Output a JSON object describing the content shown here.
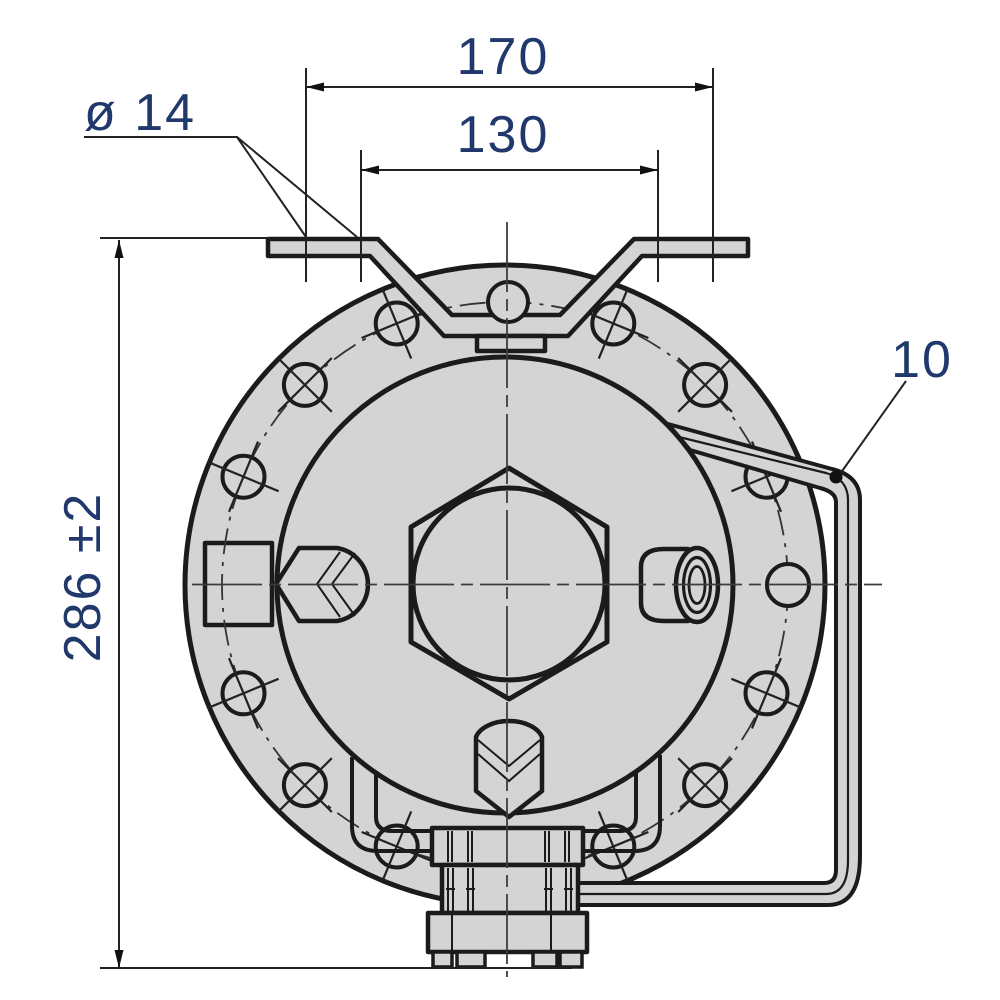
{
  "drawing": {
    "dimensions": {
      "overall_width": "170",
      "inner_width": "130",
      "hole_diameter": "ø 14",
      "overall_height": "286 ±2",
      "handle_item": "10"
    },
    "colors": {
      "background": "#ffffff",
      "line": "#1b1b1b",
      "body_fill": "#d4d4d4",
      "dimension_text": "#20386b"
    }
  }
}
